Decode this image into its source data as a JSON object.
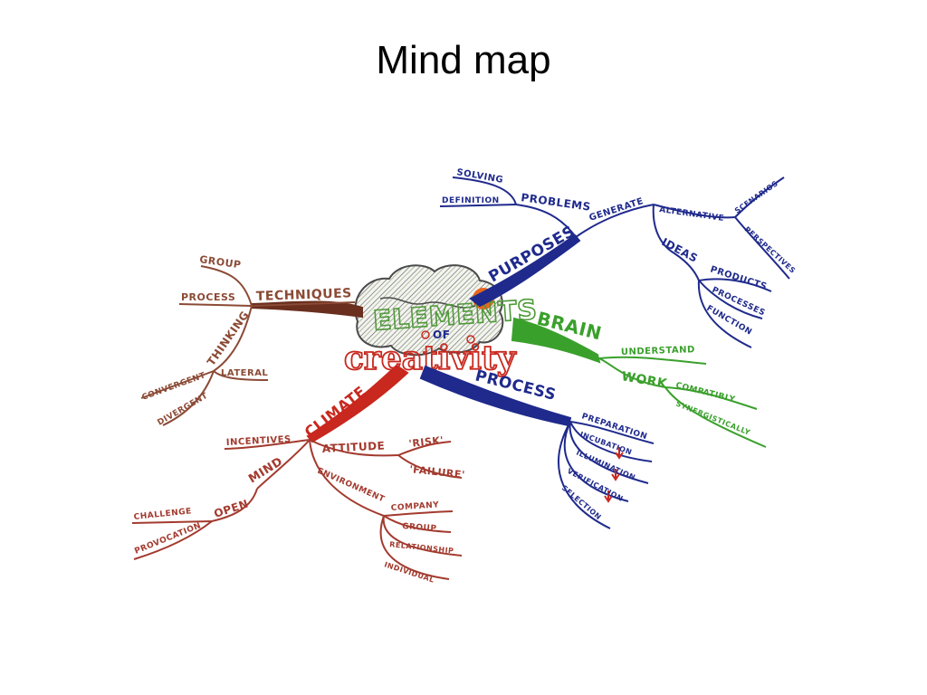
{
  "slide": {
    "title": "Mind map"
  },
  "colors": {
    "techniques": "#8b4a35",
    "purposes": "#1f2a8c",
    "brain": "#3aa02c",
    "process": "#1f2a8c",
    "climate": "#c8281e",
    "center": "#c8281e",
    "center_top": "#4f9a3a",
    "orange": "#e8661e"
  },
  "center": {
    "line1": "ELEMENTS",
    "line2": "OF",
    "line3": "creativity"
  },
  "branches": {
    "techniques": {
      "label": "TECHNIQUES",
      "group": "GROUP",
      "process": "PROCESS",
      "thinking": "THINKING",
      "convergent": "CONVERGENT",
      "lateral": "LATERAL",
      "divergent": "DIVERGENT"
    },
    "purposes": {
      "label": "PURPOSES",
      "problems": "PROBLEMS",
      "solving": "SOLVING",
      "definition": "DEFINITION",
      "generate": "GENERATE",
      "alternative": "ALTERNATIVE",
      "scenarios": "SCENARIOS",
      "perspectives": "PERSPECTIVES",
      "ideas": "IDEAS",
      "products": "PRODUCTS",
      "processes": "PROCESSES",
      "function": "FUNCTION"
    },
    "brain": {
      "label": "BRAIN",
      "understand": "UNDERSTAND",
      "work": "WORK",
      "compatibly": "COMPATIBLY",
      "synergistically": "SYNERGISTICALLY"
    },
    "process": {
      "label": "PROCESS",
      "preparation": "PREPARATION",
      "incubation": "INCUBATION",
      "illumination": "ILLUMINATION",
      "verification": "VERIFICATION",
      "selection": "SELECTION"
    },
    "climate": {
      "label": "CLIMATE",
      "incentives": "INCENTIVES",
      "attitude": "ATTITUDE",
      "risk": "'RISK'",
      "failure": "'FAILURE'",
      "mind": "MIND",
      "open": "OPEN",
      "challenge": "CHALLENGE",
      "provocation": "PROVOCATION",
      "environment": "ENVIRONMENT",
      "company": "COMPANY",
      "group": "GROUP",
      "relationship": "RELATIONSHIP",
      "individual": "INDIVIDUAL"
    }
  }
}
